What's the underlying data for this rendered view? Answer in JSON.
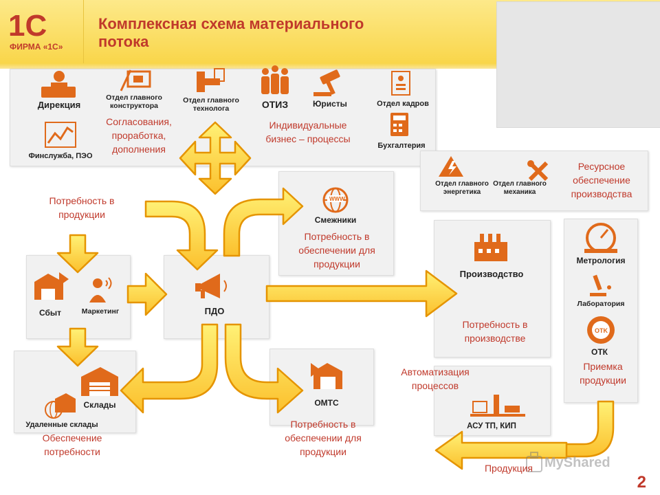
{
  "header": {
    "title": "Комплексная схема материального\nпотока",
    "logo_brand": "1С",
    "logo_caption": "ФИРМА «1С»"
  },
  "nodes": {
    "direkciya": "Дирекция",
    "konstruktor": "Отдел главного\nконструктора",
    "tehnolog": "Отдел главного\nтехнолога",
    "otiz": "ОТИЗ",
    "yuristy": "Юристы",
    "kadry": "Отдел кадров",
    "finsluzhba": "Финслужба, ПЭО",
    "buhgalteriya": "Бухгалтерия",
    "energetik": "Отдел главного\nэнергетика",
    "mehanik": "Отдел главного\nмеханика",
    "smezhniki": "Смежники",
    "sbyt": "Сбыт",
    "marketing": "Маркетинг",
    "pdo": "ПДО",
    "proizvodstvo": "Производство",
    "metrologiya": "Метрология",
    "laboratoriya": "Лаборатория",
    "otk": "ОТК",
    "sklady": "Склады",
    "udalennye": "Удаленные склады",
    "omts": "ОМТС",
    "asu": "АСУ ТП, КИП"
  },
  "annotations": {
    "soglasovaniya": "Согласования,\nпроработка,\nдополнения",
    "biznes": "Индивидуальные\nбизнес – процессы",
    "resursnoe": "Ресурсное\nобеспечение\nпроизводства",
    "potr_produkcii": "Потребность в\nпродукции",
    "potr_obesp_top": "Потребность в\nобеспечении для\nпродукции",
    "potr_proizv": "Потребность в\nпроизводстве",
    "avtomatizaciya": "Автоматизация\nпроцессов",
    "priemka": "Приемка\nпродукции",
    "obesp_potr": "Обеспечение\nпотребности",
    "potr_obesp_bottom": "Потребность в\nобеспечении для\nпродукции",
    "produkciya": "Продукция"
  },
  "watermark": "MyShared",
  "page_number": "2",
  "colors": {
    "title_red": "#c0392b",
    "icon_orange": "#e06a1b",
    "arrow_fill": "#fdd835",
    "arrow_stroke": "#e59400",
    "header_yellow": "#fbe07a"
  }
}
